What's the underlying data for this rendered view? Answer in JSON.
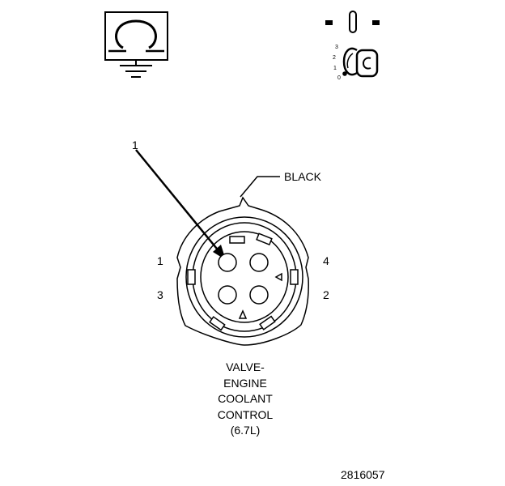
{
  "callout_number": "1",
  "wire_color_label": "BLACK",
  "pin_labels": {
    "pin1": "1",
    "pin2": "2",
    "pin3": "3",
    "pin4": "4"
  },
  "ignition_positions": [
    "3",
    "2",
    "1",
    "0"
  ],
  "component_name": [
    "VALVE-",
    "ENGINE",
    "COOLANT",
    "CONTROL",
    "(6.7L)"
  ],
  "figure_number": "2816057",
  "icons": {
    "ohmmeter": "ohmmeter-ground-icon",
    "ignition": "ignition-key-off-icon"
  }
}
